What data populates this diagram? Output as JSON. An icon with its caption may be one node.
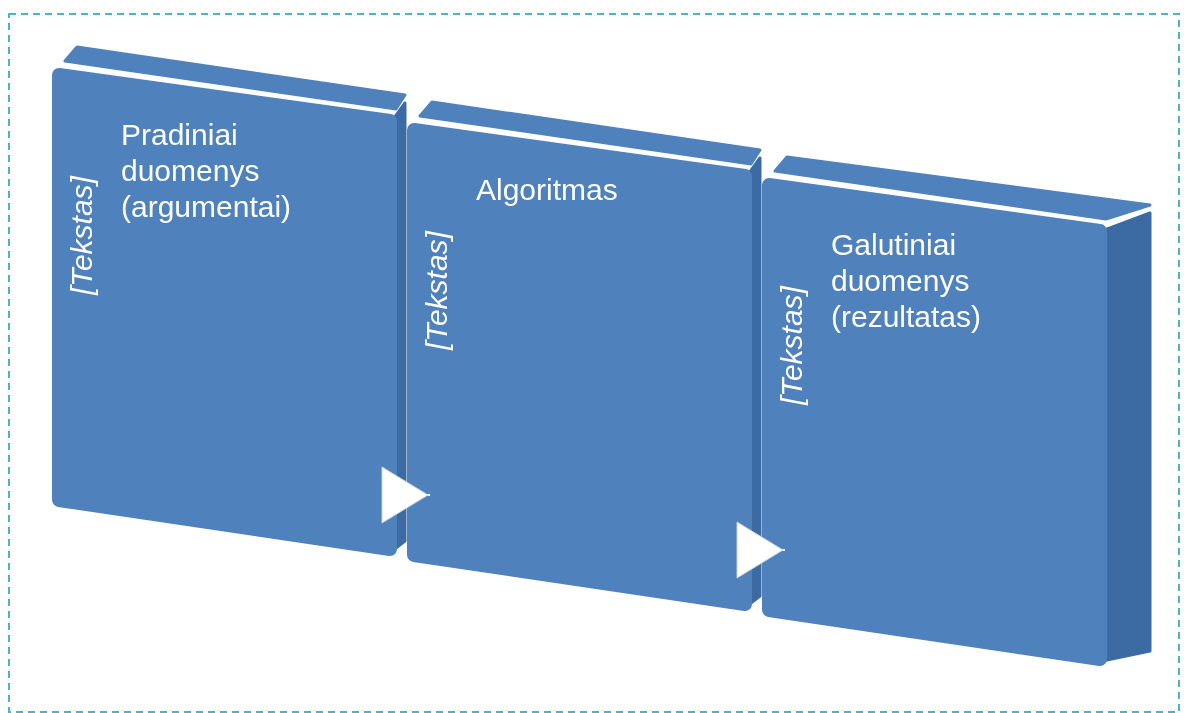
{
  "diagram": {
    "nodes": [
      {
        "text": [
          "[Tekstas]",
          "Pradiniai duomenys (argumentai)"
        ]
      },
      {
        "text": [
          "[Tekstas]",
          "Algoritmas"
        ]
      },
      {
        "text": [
          "[Tekstas]",
          "Galutiniai duomenys (rezultatas)"
        ]
      }
    ],
    "edges": [
      {
        "from": 0,
        "to": 1,
        "arrow": "to"
      },
      {
        "from": 1,
        "to": 2,
        "arrow": "to"
      }
    ]
  }
}
